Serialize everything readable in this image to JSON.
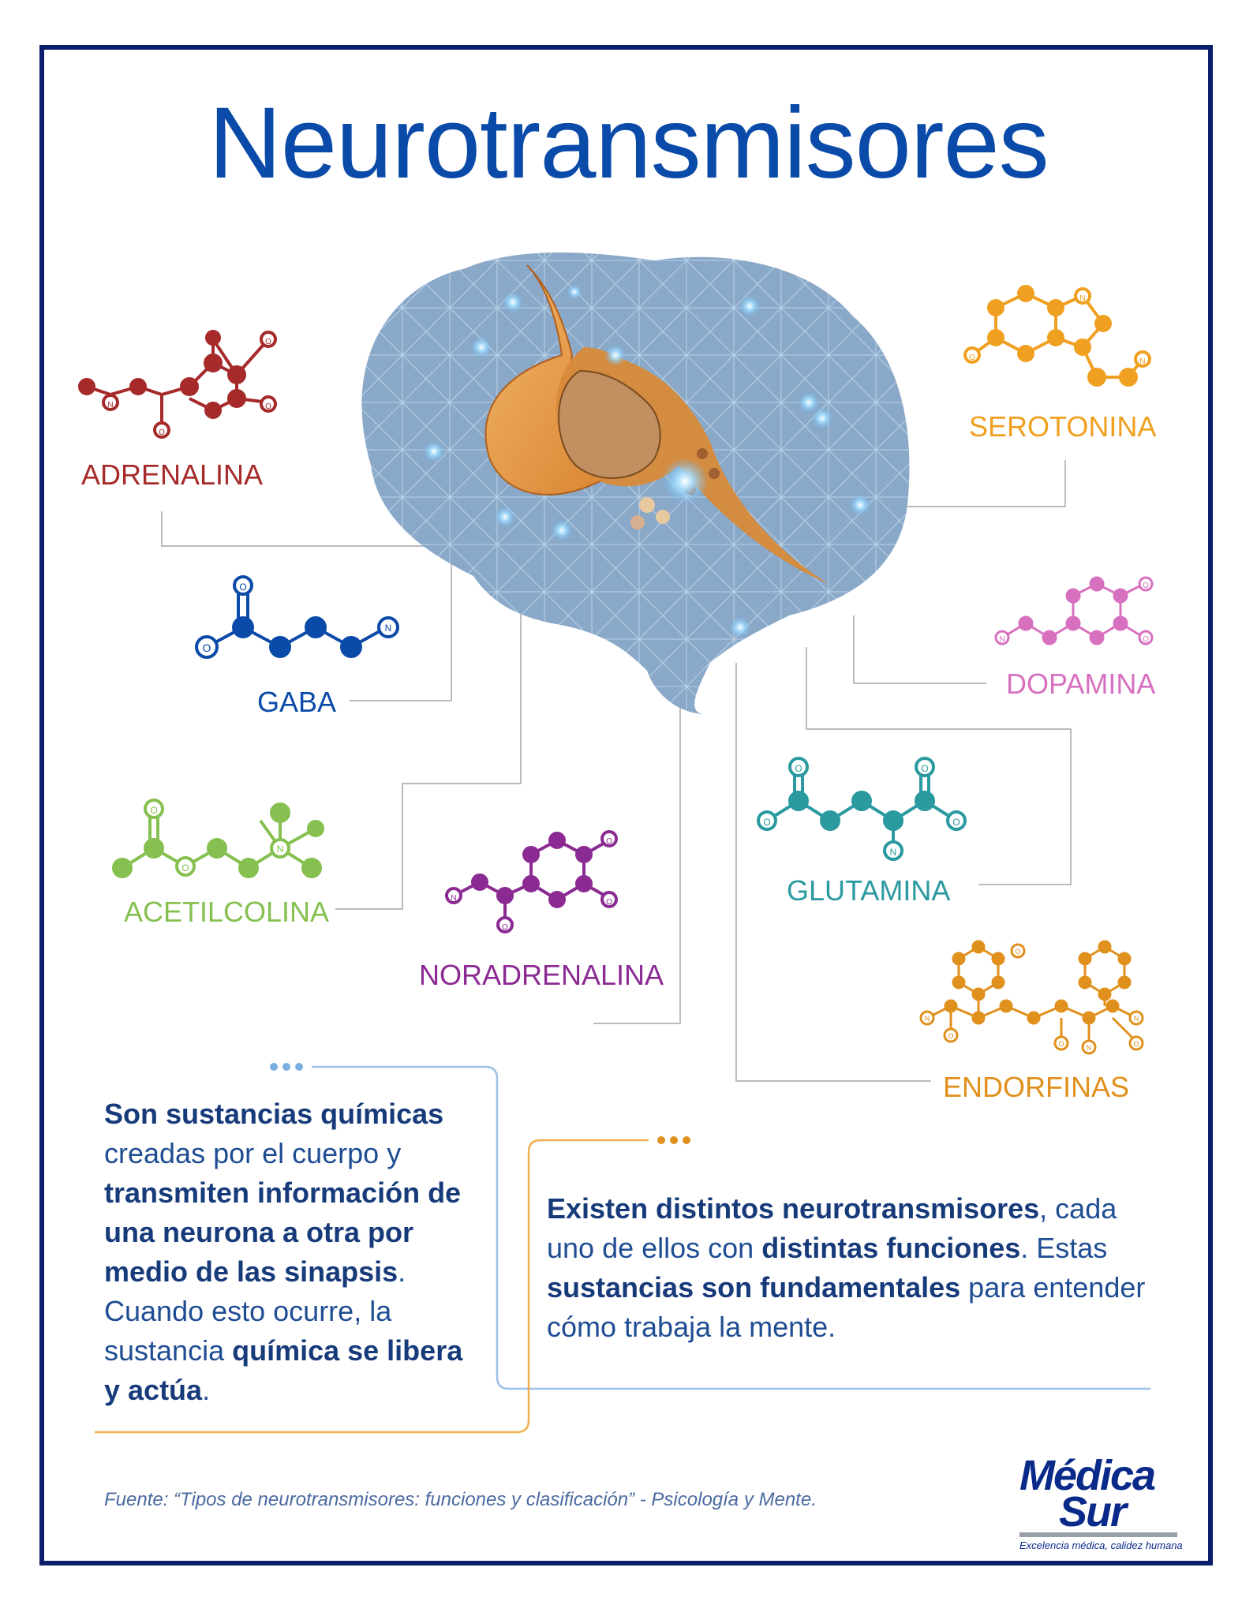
{
  "title": "Neurotransmisores",
  "molecules": {
    "adrenalina": "ADRENALINA",
    "serotonina": "SEROTONINA",
    "gaba": "GABA",
    "dopamina": "DOPAMINA",
    "acetilcolina": "ACETILCOLINA",
    "glutamina": "GLUTAMINA",
    "noradrenalina": "NORADRENALINA",
    "endorfinas": "ENDORFINAS"
  },
  "atoms": {
    "oxygen": "O",
    "nitrogen": "N"
  },
  "colors": {
    "adrenalina": "#a62a2a",
    "serotonina": "#f0a020",
    "gaba": "#0a4aa8",
    "dopamina": "#d870c0",
    "acetilcolina": "#86c050",
    "glutamina": "#2a9aa0",
    "noradrenalina": "#8a2a92",
    "endorfinas": "#e0901c"
  },
  "paragraph1": {
    "p1": "Son sustancias químicas",
    "p2": " creadas por el cuerpo y ",
    "p3": "transmiten información de una neurona a otra por medio de las sinapsis",
    "p4": ". Cuando esto ocurre, la sustancia ",
    "p5": "química se libera y actúa",
    "p6": "."
  },
  "paragraph2": {
    "p1": "Existen distintos neurotransmisores",
    "p2": ", cada uno de ellos con ",
    "p3": "distintas funciones",
    "p4": ". Estas ",
    "p5": "sustancias son fundamentales",
    "p6": " para entender cómo trabaja la mente."
  },
  "source": "Fuente: “Tipos de neurotransmisores: funciones y clasificación” - Psicología y Mente.",
  "logo": {
    "line1": "Médica",
    "line2": "Sur",
    "tagline": "Excelencia médica, calidez humana"
  }
}
